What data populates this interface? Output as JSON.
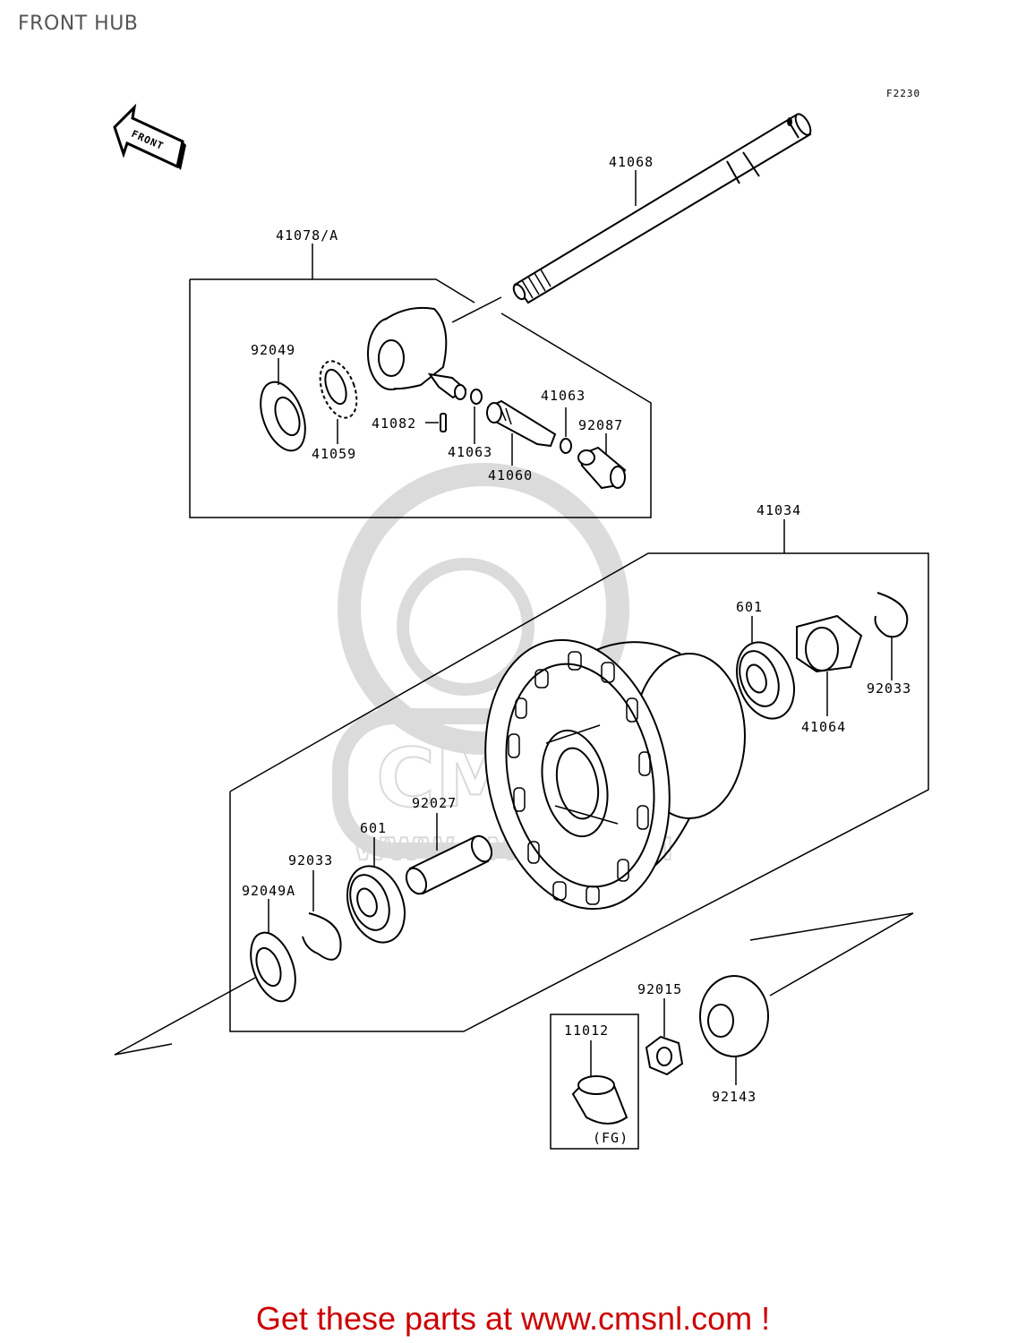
{
  "title": "FRONT HUB",
  "figure_code": "F2230",
  "front_badge": "FRONT",
  "watermark": {
    "name": "CMS",
    "url": "WWW.CMSNL.COM"
  },
  "parts": {
    "p41068": "41068",
    "p41078A": "41078/A",
    "p92049": "92049",
    "p41059": "41059",
    "p41082": "41082",
    "p41063a": "41063",
    "p41063b": "41063",
    "p41060": "41060",
    "p92087": "92087",
    "p41034": "41034",
    "p601a": "601",
    "p92033a": "92033",
    "p41064": "41064",
    "p92027": "92027",
    "p601b": "601",
    "p92033b": "92033",
    "p92049A": "92049A",
    "p92015": "92015",
    "p11012": "11012",
    "pFG": "(FG)",
    "p92143": "92143"
  },
  "footer": "Get these parts at www.cmsnl.com !"
}
